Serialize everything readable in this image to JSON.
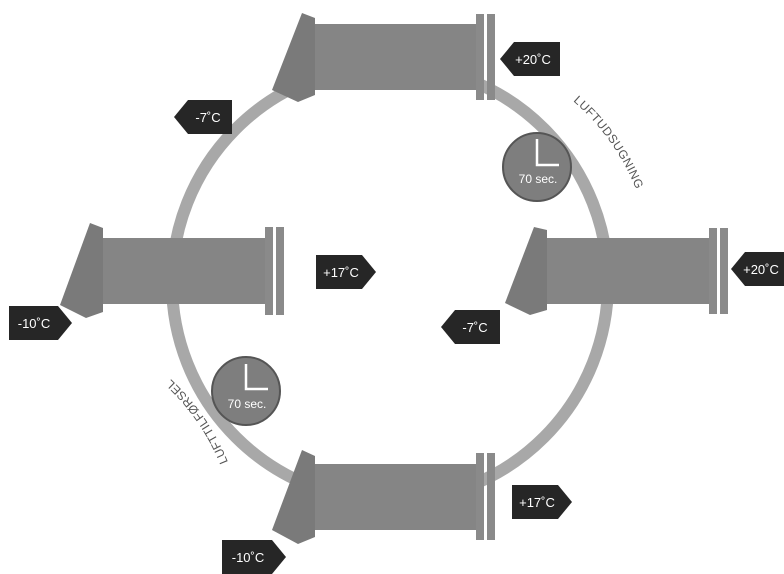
{
  "colors": {
    "ring": "#a8a8a8",
    "unit_body": "#858585",
    "unit_cone": "#7a7a7a",
    "flange": "#8a8a8a",
    "arrow": "#262626",
    "clock_fill": "#7e7e7e",
    "clock_stroke": "#555555"
  },
  "arrows": {
    "top_in": "+20˚C",
    "top_out": "-7˚C",
    "right_in": "+20˚C",
    "right_out": "-7˚C",
    "left_in": "-10˚C",
    "left_out": "+17˚C",
    "bottom_in": "-10˚C",
    "bottom_out": "+17˚C"
  },
  "timers": {
    "upper": "70 sec.",
    "lower": "70 sec."
  },
  "curve_labels": {
    "exhaust": "LUFTUDSUGNING",
    "supply": "LUFTTILFØRSEL"
  }
}
